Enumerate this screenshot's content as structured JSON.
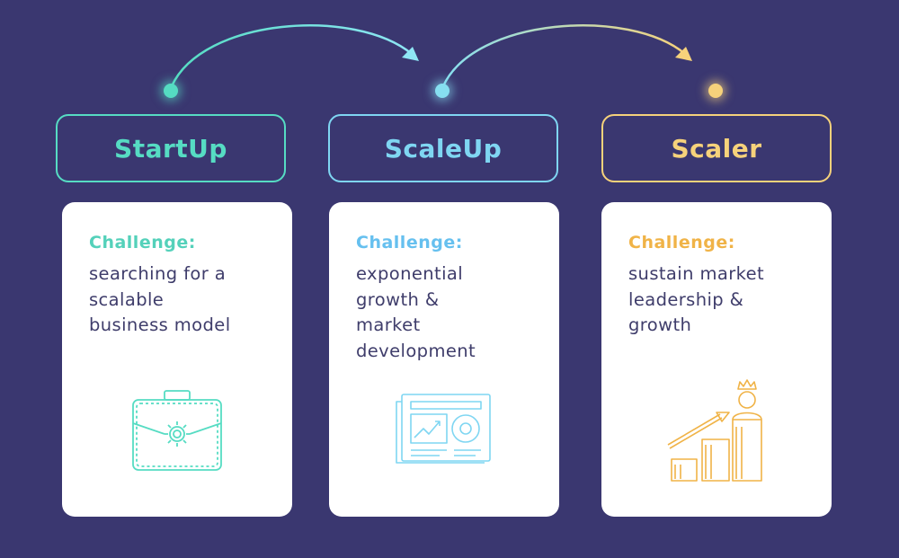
{
  "colors": {
    "background": "#3a3770",
    "startup": "#56dcc3",
    "scaleup": "#7fd6f2",
    "scaler": "#f6d27b",
    "startup_text": "#54d1ba",
    "scaleup_text": "#66c0ef",
    "scaler_text": "#f0b347",
    "body_text": "#3f3d6b"
  },
  "stages": [
    {
      "title": "StartUp",
      "challenge_label": "Challenge:",
      "challenge_lines": [
        "searching for a",
        "scalable",
        "business model"
      ],
      "icon": "briefcase-gear-icon"
    },
    {
      "title": "ScaleUp",
      "challenge_label": "Challenge:",
      "challenge_lines": [
        "exponential",
        "growth &",
        "market",
        "development"
      ],
      "icon": "analytics-report-icon"
    },
    {
      "title": "Scaler",
      "challenge_label": "Challenge:",
      "challenge_lines": [
        "sustain market",
        "leadership &",
        "growth"
      ],
      "icon": "crowned-leader-growth-icon"
    }
  ]
}
